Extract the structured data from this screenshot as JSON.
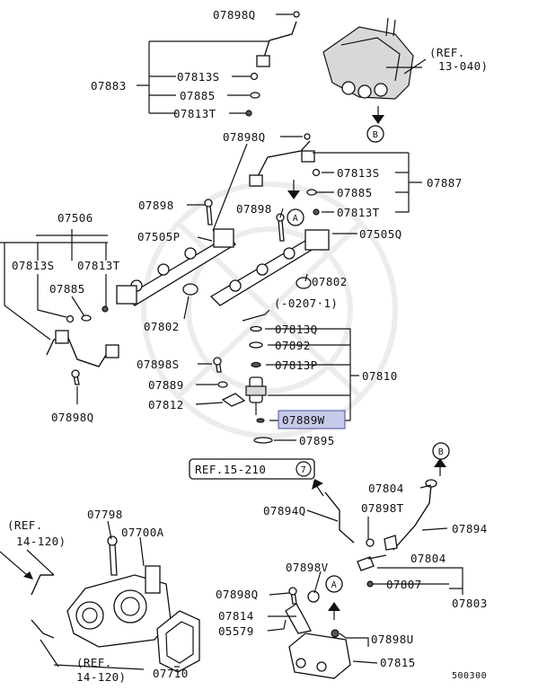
{
  "diagram_id": "500300",
  "highlighted_part": "07889W",
  "highlight_color": "#c7cbe9",
  "references": {
    "ref_13_040": [
      "(REF.",
      "13-040)"
    ],
    "ref_15_210": "REF.15-210",
    "ref_15_210_num": "7",
    "ref_14_120_a": [
      "(REF.",
      "14-120)"
    ],
    "ref_14_120_b": [
      "(REF.",
      "14-120)"
    ]
  },
  "note_date": "(-0207·1)",
  "markers": {
    "A": "A",
    "B": "B"
  },
  "parts": {
    "p07898Q_top": "07898Q",
    "p07883": "07883",
    "p07813S_a": "07813S",
    "p07885_a": "07885",
    "p07813T_a": "07813T",
    "p07898Q_mid": "07898Q",
    "p07813S_b": "07813S",
    "p07885_b": "07885",
    "p07887": "07887",
    "p07813T_b": "07813T",
    "p07898_a": "07898",
    "p07898_b": "07898",
    "p07506": "07506",
    "p07505P": "07505P",
    "p07505Q": "07505Q",
    "p07813S_c": "07813S",
    "p07813T_c": "07813T",
    "p07885_c": "07885",
    "p07802_a": "07802",
    "p07802_b": "07802",
    "p07813Q": "07813Q",
    "p07892": "07892",
    "p07898S": "07898S",
    "p07813P": "07813P",
    "p07810": "07810",
    "p07889": "07889",
    "p07812": "07812",
    "p07889W": "07889W",
    "p07898Q_low": "07898Q",
    "p07895": "07895",
    "p07804_a": "07804",
    "p07894Q": "07894Q",
    "p07898T": "07898T",
    "p07894": "07894",
    "p07798": "07798",
    "p07700A": "07700A",
    "p07804_b": "07804",
    "p07898V": "07898V",
    "p07807": "07807",
    "p07803": "07803",
    "p07898Q_bot": "07898Q",
    "p07814": "07814",
    "p05579": "05579",
    "p07898U": "07898U",
    "p07815": "07815",
    "p07710": "07710"
  }
}
